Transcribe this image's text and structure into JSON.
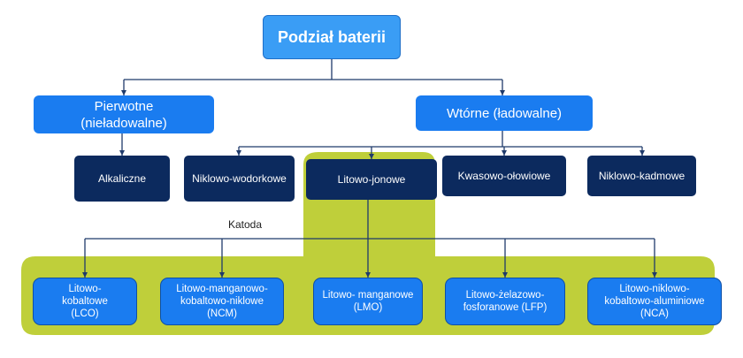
{
  "colors": {
    "highlight": "#bfcf3a",
    "connector": "#1f3a6b",
    "root_fill": "#3a9df5",
    "light_fill": "#1a7cf0",
    "dark_fill": "#0c2a5e"
  },
  "root": {
    "label": "Podział baterii"
  },
  "categories": {
    "primary": {
      "label": "Pierwotne\n(niełado­walne)"
    },
    "secondary": {
      "label": "Wtórne (ładowalne)"
    }
  },
  "primary_types": [
    {
      "label": "Alkaliczne"
    }
  ],
  "secondary_types": [
    {
      "label": "Niklowo-wodorkowe"
    },
    {
      "label": "Litowo-jonowe"
    },
    {
      "label": "Kwasowo-ołowiowe"
    },
    {
      "label": "Niklowo-kadmowe"
    }
  ],
  "cathode_label": "Katoda",
  "cathodes": [
    {
      "label": "Litowo-\nkobaltowe\n(LCO)"
    },
    {
      "label": "Litowo-manganowo-\nkobaltowo-niklowe\n(NCM)"
    },
    {
      "label": "Litowo- manganowe\n(LMO)"
    },
    {
      "label": "Litowo-żelazowo-\nfosforanowe (LFP)"
    },
    {
      "label": "Litowo-niklowo-\nkobaltowo-aluminiowe\n(NCA)"
    }
  ]
}
